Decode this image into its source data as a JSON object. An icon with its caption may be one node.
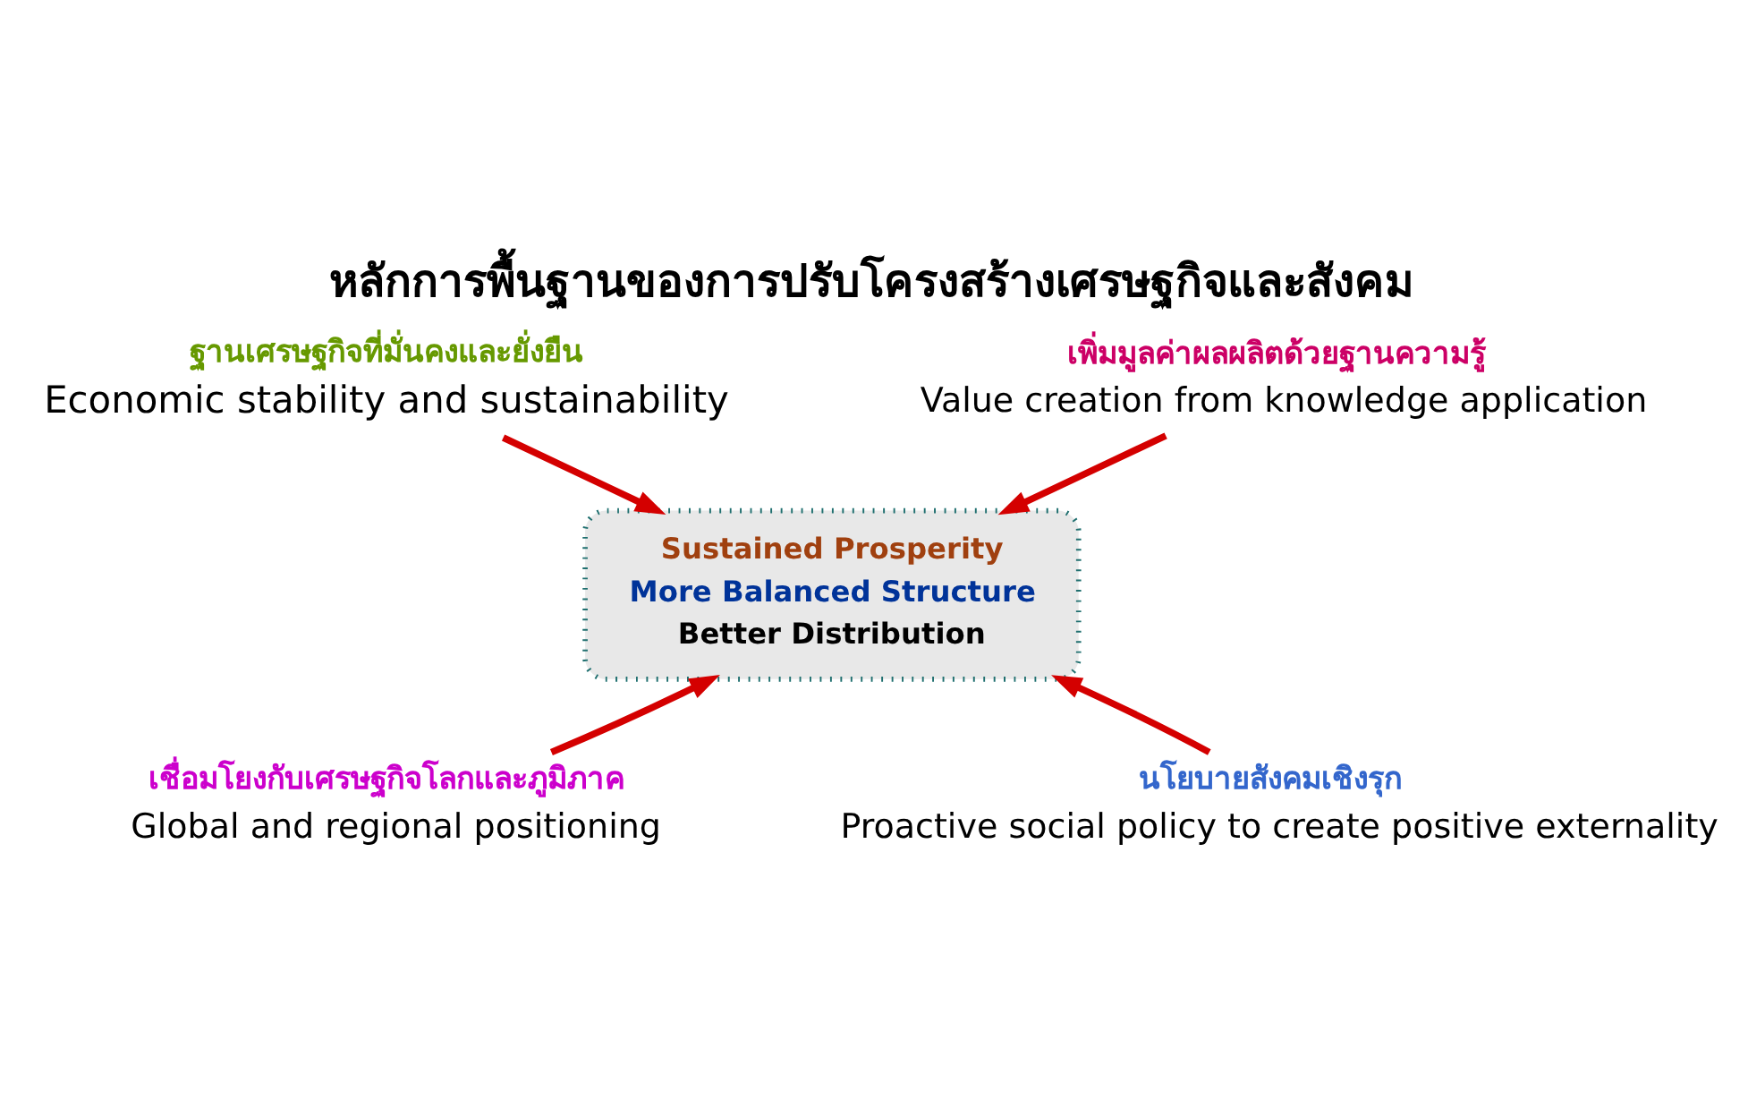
{
  "diagram": {
    "title": "หลักการพื้นฐานของการปรับโครงสร้างเศรษฐกิจและสังคม",
    "nodes": [
      {
        "text": [
          "ฐานเศรษฐกิจที่มั่นคงและยั่งยืน",
          "Economic stability and sustainability"
        ]
      },
      {
        "text": [
          "เพิ่มมูลค่าผลผลิตด้วยฐานความรู้",
          "Value creation from knowledge application"
        ]
      },
      {
        "text": [
          "Sustained Prosperity",
          "More Balanced Structure",
          "Better Distribution"
        ]
      },
      {
        "text": [
          "เชื่อมโยงกับเศรษฐกิจโลกและภูมิภาค",
          "Global and regional positioning"
        ]
      },
      {
        "text": [
          "นโยบายสังคมเชิงรุก",
          "Proactive social policy to create positive externality"
        ]
      }
    ],
    "edges": [
      {
        "from": 0,
        "to": 2,
        "arrow": "to"
      },
      {
        "from": 1,
        "to": 2,
        "arrow": "to"
      },
      {
        "from": 3,
        "to": 2,
        "arrow": "to"
      },
      {
        "from": 4,
        "to": 2,
        "arrow": "to"
      }
    ]
  }
}
